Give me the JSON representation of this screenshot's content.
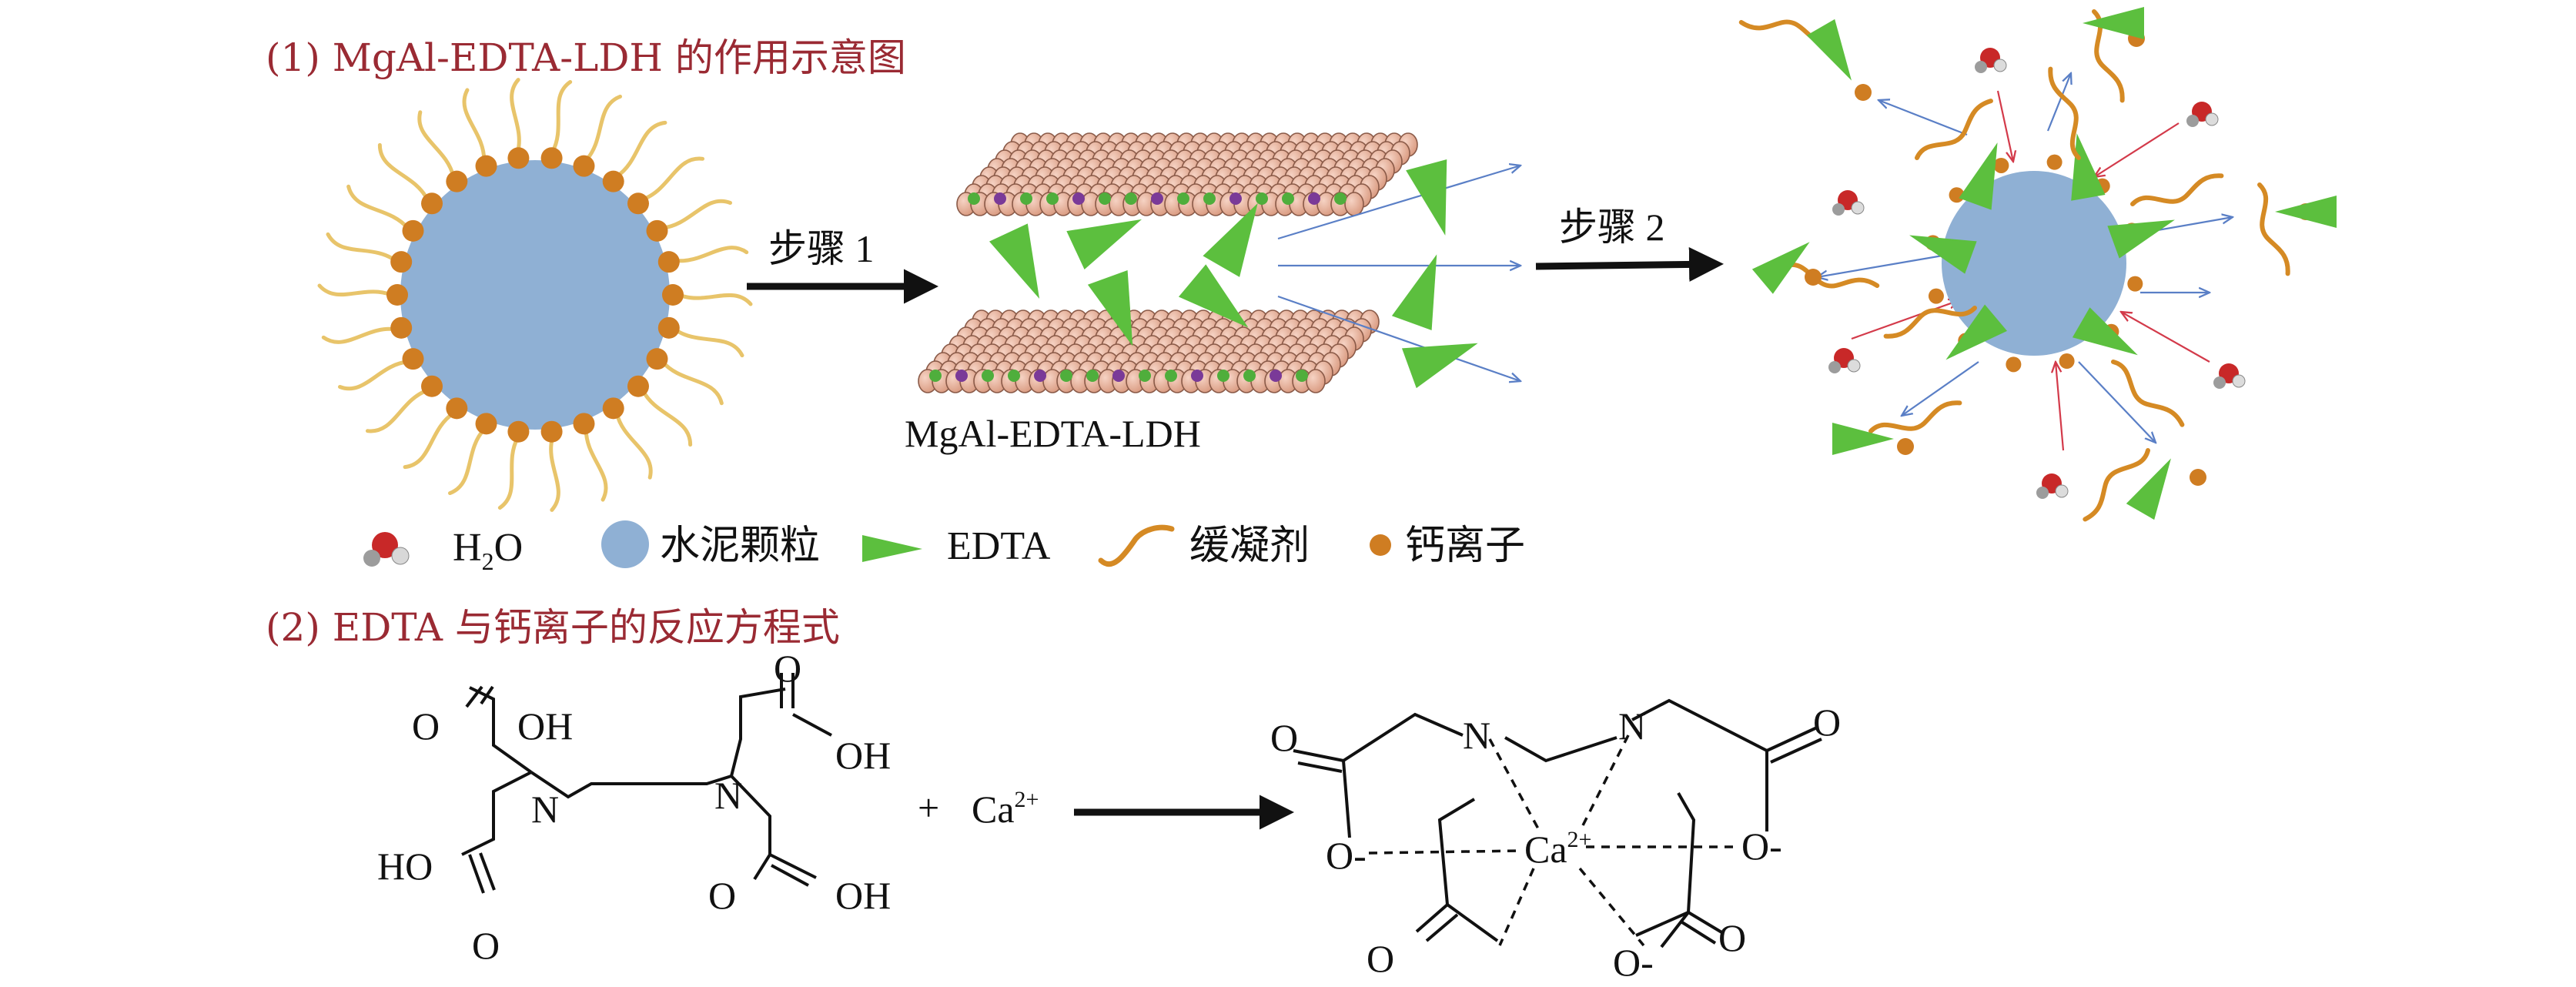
{
  "section1": {
    "title": "(1) MgAl-EDTA-LDH 的作用示意图"
  },
  "steps": {
    "step1": "步骤 1",
    "step2": "步骤 2"
  },
  "ldh_label": "MgAl-EDTA-LDH",
  "legend": {
    "water_main": "H",
    "water_sub": "2",
    "water_tail": "O",
    "cement": "水泥颗粒",
    "edta": "EDTA",
    "retarder": "缓凝剂",
    "calcium": "钙离子"
  },
  "section2": {
    "title": "(2) EDTA 与钙离子的反应方程式"
  },
  "reaction": {
    "O": "O",
    "OH": "OH",
    "HO": "HO",
    "N": "N",
    "plus": "+",
    "ca": "Ca",
    "charge": "2+",
    "o_minus": "O-",
    "minus_o": "O-"
  },
  "colors": {
    "section_title": "#9a2a33",
    "cement": "#8fb0d4",
    "edta": "#5cbf3e",
    "retarder": "#d58a24",
    "calcium": "#cf7d22",
    "ldh_sheet": "#e2a890",
    "arrow_blue": "#5a7fc6",
    "arrow_red": "#d33a4a"
  }
}
